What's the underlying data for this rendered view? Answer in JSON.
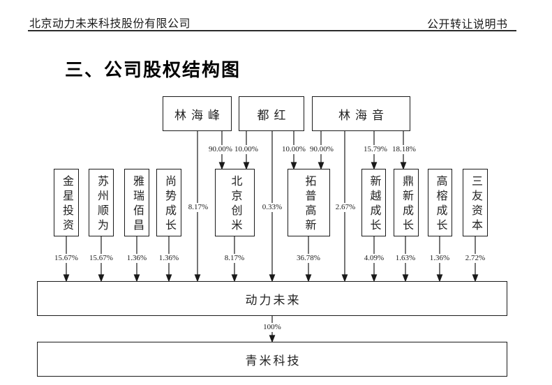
{
  "header": {
    "company_full_name": "北京动力未来科技股份有限公司",
    "document_type": "公开转让说明书"
  },
  "section_title": "三、公司股权结构图",
  "diagram": {
    "top_shareholders": [
      {
        "name": "林海峰"
      },
      {
        "name": "都红"
      },
      {
        "name": "林海音"
      }
    ],
    "ownership_edges": [
      {
        "from": "林海峰",
        "to": "北京创米",
        "pct": "90.00%"
      },
      {
        "from": "都红",
        "to": "北京创米",
        "pct": "10.00%"
      },
      {
        "from": "都红",
        "to": "拓普高新",
        "pct": "10.00%"
      },
      {
        "from": "林海音",
        "to": "拓普高新",
        "pct": "90.00%"
      },
      {
        "from": "林海音",
        "to": "新越成长",
        "pct": "15.79%"
      },
      {
        "from": "林海音",
        "to": "鼎新成长",
        "pct": "18.18%"
      },
      {
        "from": "林海峰",
        "to": "动力未来",
        "pct": "8.17%"
      },
      {
        "from": "都红",
        "to": "动力未来",
        "pct": "0.33%"
      },
      {
        "from": "林海音",
        "to": "动力未来",
        "pct": "2.67%"
      }
    ],
    "mid_shareholders": [
      {
        "name": "金星投资",
        "pct": "15.67%"
      },
      {
        "name": "苏州顺为",
        "pct": "15.67%"
      },
      {
        "name": "雅瑞佰昌",
        "pct": "1.36%"
      },
      {
        "name": "尚势成长",
        "pct": "1.36%"
      },
      {
        "name": "北京创米",
        "pct": "8.17%"
      },
      {
        "name": "拓普高新",
        "pct": "36.78%"
      },
      {
        "name": "新越成长",
        "pct": "4.09%"
      },
      {
        "name": "鼎新成长",
        "pct": "1.63%"
      },
      {
        "name": "高榕成长",
        "pct": "1.36%"
      },
      {
        "name": "三友资本",
        "pct": "2.72%"
      }
    ],
    "company": {
      "name": "动力未来"
    },
    "subsidiary": {
      "name": "青米科技",
      "pct": "100%"
    }
  }
}
